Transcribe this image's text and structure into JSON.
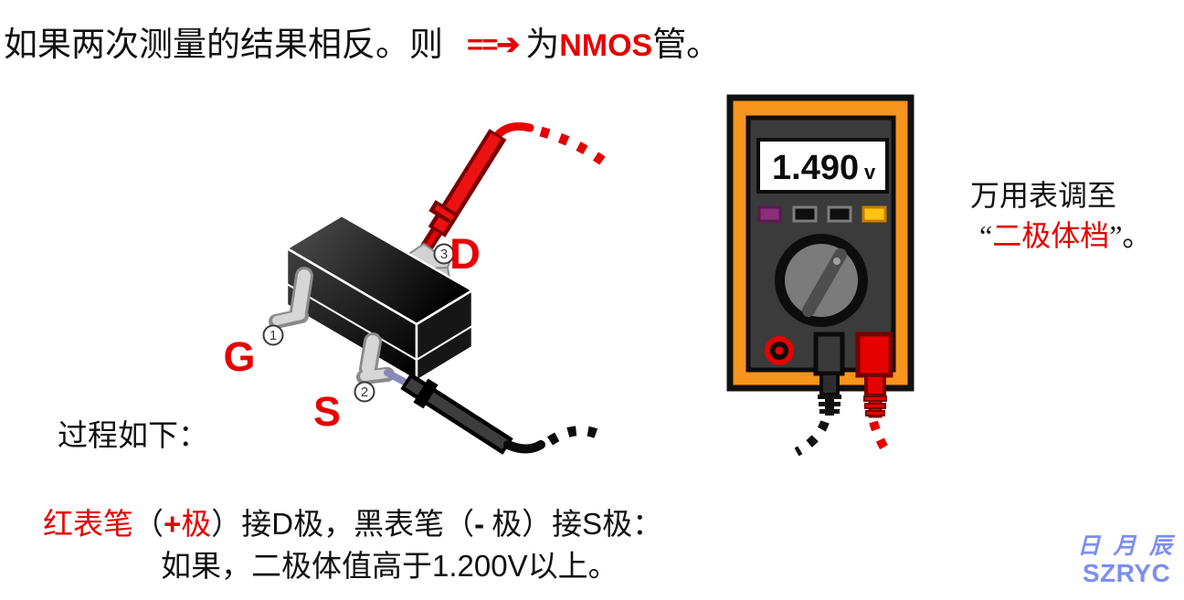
{
  "header": {
    "prefix": "如果两次测量的结果相反。则",
    "arrow": "==➔",
    "wei": "为",
    "nmos": "NMOS",
    "suffix": "管。"
  },
  "multimeter": {
    "display_value": "1.490",
    "display_unit": "v"
  },
  "meter_note": {
    "line1": "万用表调至",
    "open_quote": "“",
    "highlight": "二极体档",
    "close_quote": "”",
    "period": "。"
  },
  "process_label": "过程如下：",
  "instructions": {
    "red_pen": "红表笔",
    "open1": "（",
    "plus": "+",
    "pole1": "极",
    "close1": "）",
    "connect1": "接",
    "d_pin": "D",
    "mid1": "极，",
    "black_pen": "黑表笔",
    "open2": "（",
    "minus": "-",
    "pole2": "极",
    "close2": "）",
    "connect2": "接",
    "s_pin": "S",
    "mid2": "极：",
    "line2_a": "如果，二极体值高于",
    "line2_value": "1.200V",
    "line2_b": "以上。"
  },
  "transistor": {
    "pins": [
      {
        "num": "1",
        "label": "G"
      },
      {
        "num": "2",
        "label": "S"
      },
      {
        "num": "3",
        "label": "D"
      }
    ]
  },
  "logo": {
    "cn": "日 月 辰",
    "en": "SZRYC"
  },
  "colors": {
    "text_red": "#e60000",
    "probe_red": "#ee1111",
    "probe_dark_red": "#7a0000",
    "meter_orange": "#f7941d",
    "button_yellow": "#ffc20e",
    "button_purple": "#8b2f7b",
    "panel_gray": "#3b3b3b",
    "probe_tip_purple": "#8a87bb",
    "logo_blue": "#7c8ef2"
  }
}
